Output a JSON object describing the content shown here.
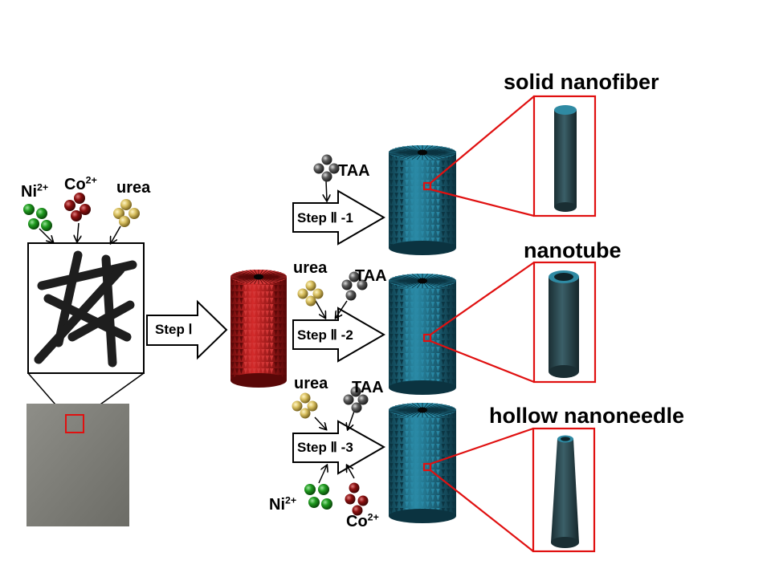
{
  "diagram": {
    "step1_label": "Step Ⅰ",
    "step2_1_label": "Step Ⅱ -1",
    "step2_2_label": "Step Ⅱ -2",
    "step2_3_label": "Step Ⅱ -3",
    "reagents": {
      "ni": "Ni",
      "ni_charge": "2+",
      "co": "Co",
      "co_charge": "2+",
      "urea": "urea",
      "taa": "TAA"
    },
    "products": {
      "solid": "solid nanofiber",
      "tube": "nanotube",
      "needle": "hollow nanoneedle"
    },
    "colors": {
      "ni_ball": "#1f8a1f",
      "co_ball": "#8b1010",
      "urea_ball": "#d9c060",
      "taa_ball": "#5a5a5a",
      "red_array": "#b51c1c",
      "blue_array": "#1f6f86",
      "callout": "#e01010",
      "fiber": "#243a40"
    }
  }
}
